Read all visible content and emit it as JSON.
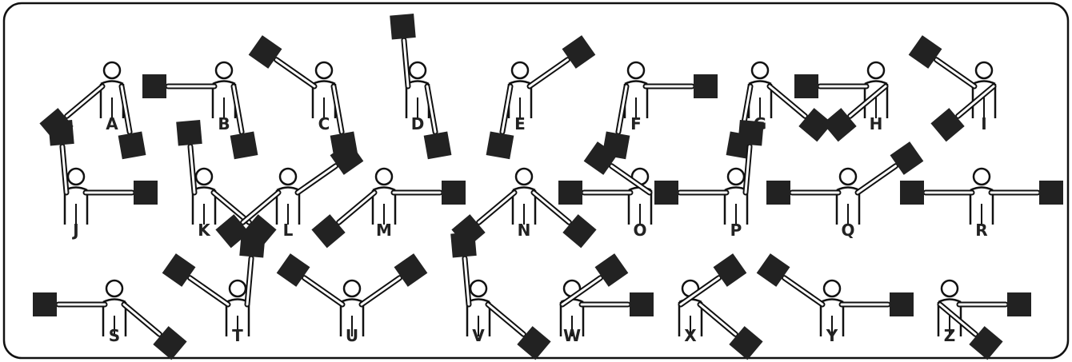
{
  "colors": {
    "ink": "#111111",
    "flag": "#222222",
    "background": "#ffffff"
  },
  "semaphore": {
    "letters": [
      {
        "letter": "A",
        "right": "low",
        "left": "down"
      },
      {
        "letter": "B",
        "right": "out",
        "left": "down"
      },
      {
        "letter": "C",
        "right": "high",
        "left": "down"
      },
      {
        "letter": "D",
        "right": "up",
        "left": "down"
      },
      {
        "letter": "E",
        "right": "down",
        "left": "high"
      },
      {
        "letter": "F",
        "right": "down",
        "left": "out"
      },
      {
        "letter": "G",
        "right": "down",
        "left": "low"
      },
      {
        "letter": "H",
        "right": "out",
        "left": "across-low"
      },
      {
        "letter": "I",
        "right": "high",
        "left": "across-low"
      },
      {
        "letter": "J",
        "right": "up",
        "left": "out"
      },
      {
        "letter": "K",
        "right": "up",
        "left": "low"
      },
      {
        "letter": "L",
        "right": "low",
        "left": "high"
      },
      {
        "letter": "M",
        "right": "low",
        "left": "out"
      },
      {
        "letter": "N",
        "right": "low",
        "left": "low"
      },
      {
        "letter": "O",
        "right": "out",
        "left": "across-high"
      },
      {
        "letter": "P",
        "right": "out",
        "left": "up"
      },
      {
        "letter": "Q",
        "right": "out",
        "left": "high"
      },
      {
        "letter": "R",
        "right": "out",
        "left": "out"
      },
      {
        "letter": "S",
        "right": "out",
        "left": "low"
      },
      {
        "letter": "T",
        "right": "high",
        "left": "up"
      },
      {
        "letter": "U",
        "right": "high",
        "left": "high"
      },
      {
        "letter": "V",
        "right": "up",
        "left": "low"
      },
      {
        "letter": "W",
        "right": "across-high",
        "left": "out"
      },
      {
        "letter": "X",
        "right": "across-high",
        "left": "low"
      },
      {
        "letter": "Y",
        "right": "high",
        "left": "out"
      },
      {
        "letter": "Z",
        "right": "across-low",
        "left": "out"
      }
    ]
  }
}
